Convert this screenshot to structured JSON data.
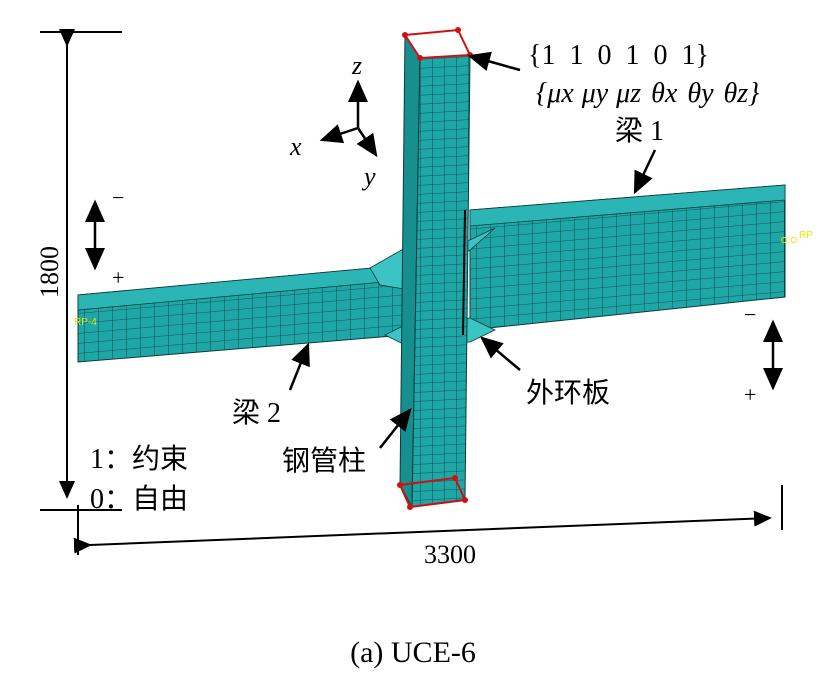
{
  "dimensions": {
    "height": "1800",
    "width": "3300"
  },
  "constraint": {
    "values": "{1  1  0  1  0  1}",
    "dofs": [
      "μx",
      "μy",
      "μz",
      "θx",
      "θy",
      "θz"
    ]
  },
  "axes": {
    "z": "z",
    "x": "x",
    "y": "y"
  },
  "labels": {
    "beam1": "梁 1",
    "beam2": "梁 2",
    "ring_plate": "外环板",
    "column": "钢管柱"
  },
  "loading": {
    "left_minus": "−",
    "left_plus": "+",
    "right_minus": "−",
    "right_plus": "+"
  },
  "legend": {
    "one": "1：约束",
    "zero": "0：自由"
  },
  "reference_points": {
    "right": "RP",
    "left": "RP-4"
  },
  "caption": "(a) UCE-6",
  "colors": {
    "mesh": "#1fa6a6",
    "mesh_line": "#0b3b3b",
    "boundary": "#d01010",
    "rp": "#e6e600"
  }
}
